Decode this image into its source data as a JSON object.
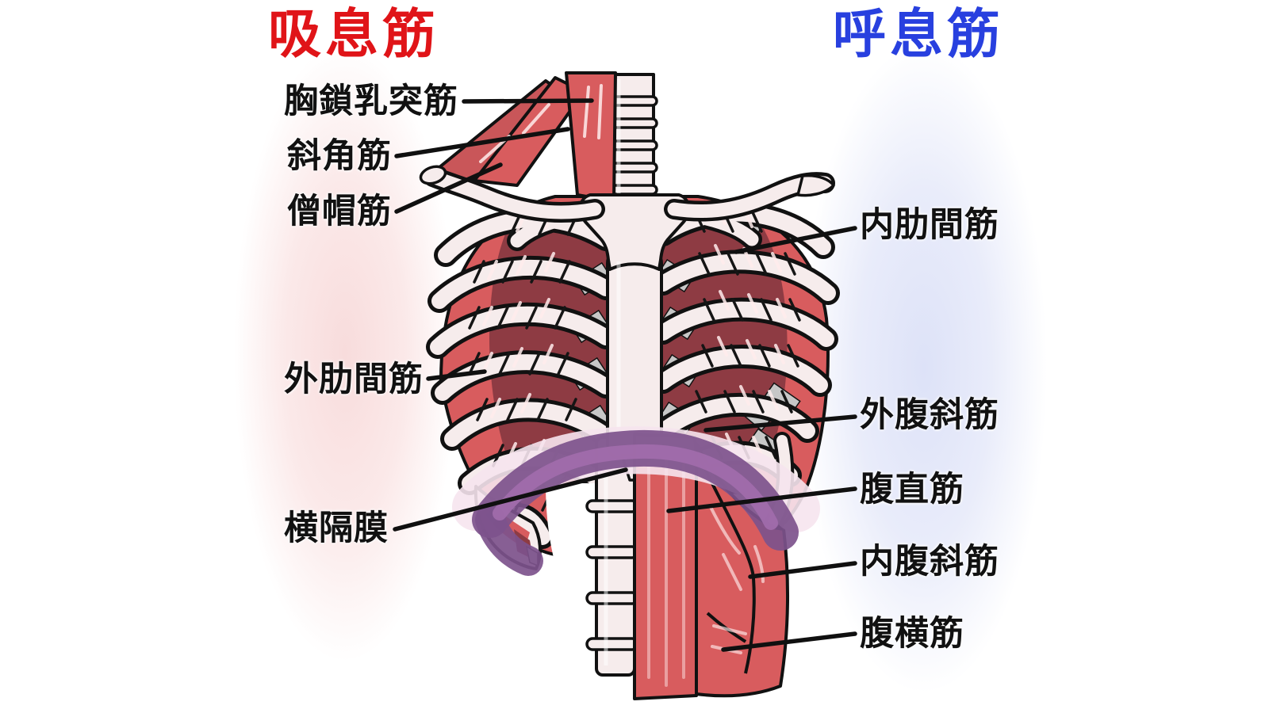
{
  "titles": {
    "inspiratory": {
      "text": "吸息筋",
      "color": "#e01418"
    },
    "expiratory": {
      "text": "呼息筋",
      "color": "#2840df"
    }
  },
  "labels": {
    "left": [
      {
        "name": "sternocleidomastoid",
        "text": "胸鎖乳突筋"
      },
      {
        "name": "scalene",
        "text": "斜角筋"
      },
      {
        "name": "trapezius",
        "text": "僧帽筋"
      },
      {
        "name": "external-intercostal",
        "text": "外肋間筋"
      },
      {
        "name": "diaphragm",
        "text": "横隔膜"
      }
    ],
    "right": [
      {
        "name": "internal-intercostal",
        "text": "内肋間筋"
      },
      {
        "name": "external-oblique",
        "text": "外腹斜筋"
      },
      {
        "name": "rectus-abdominis",
        "text": "腹直筋"
      },
      {
        "name": "internal-oblique",
        "text": "内腹斜筋"
      },
      {
        "name": "transversus-abdominis",
        "text": "腹横筋"
      }
    ]
  },
  "colors": {
    "inspiratory_accent": "#e01418",
    "expiratory_accent": "#2840df",
    "muscle_red": "#d85c5e",
    "muscle_dark_red": "#8e3b43",
    "bone": "#f6ecec",
    "cartilage_gray": "#c7c7c7",
    "diaphragm_purple": "#7d528c",
    "background_left_band": "#f8dcdc",
    "background_right_band": "#dde2f8",
    "outline": "#111111",
    "label_text": "#111111"
  }
}
